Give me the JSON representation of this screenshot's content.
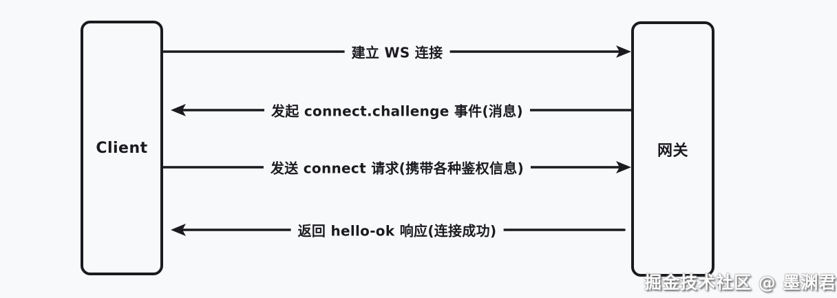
{
  "page": {
    "background": "#f8f9fb",
    "stroke_color": "#1b1b1f"
  },
  "actors": [
    {
      "id": "client",
      "label": "Client"
    },
    {
      "id": "gateway",
      "label": "网关"
    }
  ],
  "messages": [
    {
      "label": "建立 WS 连接",
      "from": "client",
      "to": "gateway",
      "direction": "right"
    },
    {
      "label": "发起 connect.challenge 事件(消息)",
      "from": "gateway",
      "to": "client",
      "direction": "left"
    },
    {
      "label": "发送 connect 请求(携带各种鉴权信息)",
      "from": "client",
      "to": "gateway",
      "direction": "right"
    },
    {
      "label": "返回 hello-ok 响应(连接成功)",
      "from": "gateway",
      "to": "client",
      "direction": "left"
    }
  ],
  "watermark": {
    "text": "掘金技术社区 @ 墨渊君"
  }
}
